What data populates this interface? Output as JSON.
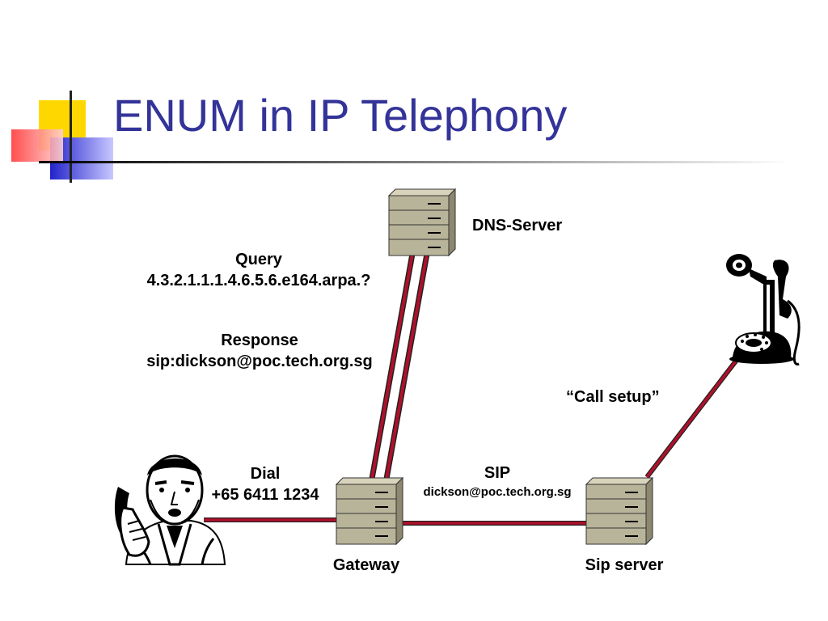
{
  "slide": {
    "title": "ENUM in IP Telephony"
  },
  "labels": {
    "dns_server": "DNS-Server",
    "query_title": "Query",
    "query_value": "4.3.2.1.1.1.4.6.5.6.e164.arpa.?",
    "response_title": "Response",
    "response_value": "sip:dickson@poc.tech.org.sg",
    "call_setup": "“Call setup”",
    "dial_title": "Dial",
    "dial_number": "+65 6411 1234",
    "sip_title": "SIP",
    "sip_value": "dickson@poc.tech.org.sg",
    "gateway": "Gateway",
    "sip_server": "Sip server"
  },
  "colors": {
    "title": "#333399",
    "link": "#b0102a",
    "server_face": "#b8b49a",
    "server_side": "#8c8870",
    "bullet_yellow": "#ffd700",
    "bullet_blue": "#2222cc",
    "bullet_red": "#ff3b3b"
  },
  "icons": [
    "person-on-phone-icon",
    "server-icon",
    "candlestick-telephone-icon"
  ]
}
